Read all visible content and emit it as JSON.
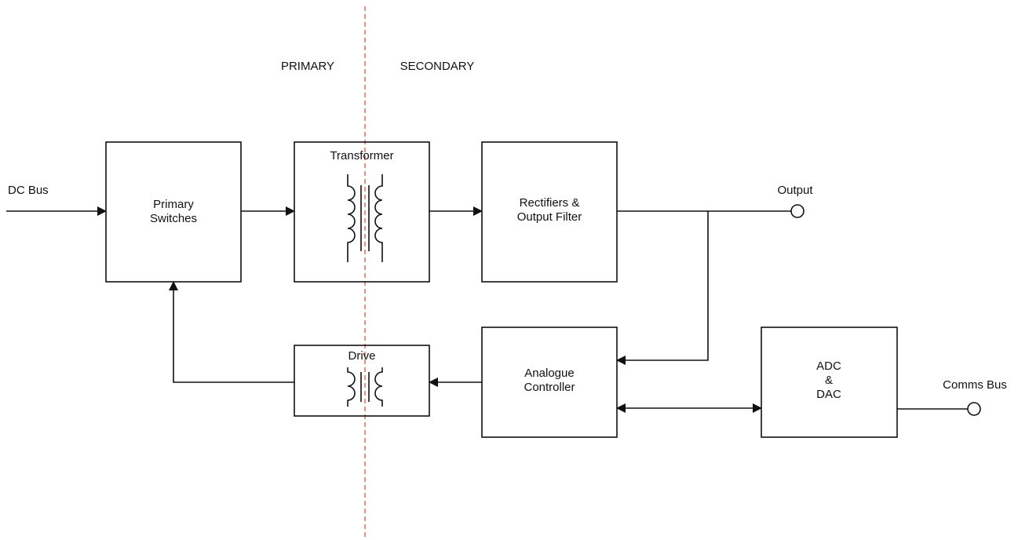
{
  "regions": {
    "left": "PRIMARY",
    "right": "SECONDARY"
  },
  "signals": {
    "dc_bus": "DC Bus",
    "output": "Output",
    "comms_bus": "Comms Bus"
  },
  "blocks": {
    "primary_switches": {
      "line1": "Primary",
      "line2": "Switches"
    },
    "transformer": {
      "title": "Transformer"
    },
    "rectifiers": {
      "line1": "Rectifiers &",
      "line2": "Output Filter"
    },
    "drive": {
      "title": "Drive"
    },
    "analogue_controller": {
      "line1": "Analogue",
      "line2": "Controller"
    },
    "adc_dac": {
      "line1": "ADC",
      "line2": "&",
      "line3": "DAC"
    }
  },
  "colors": {
    "line": "#111111",
    "isolation_barrier": "#e0443a"
  }
}
